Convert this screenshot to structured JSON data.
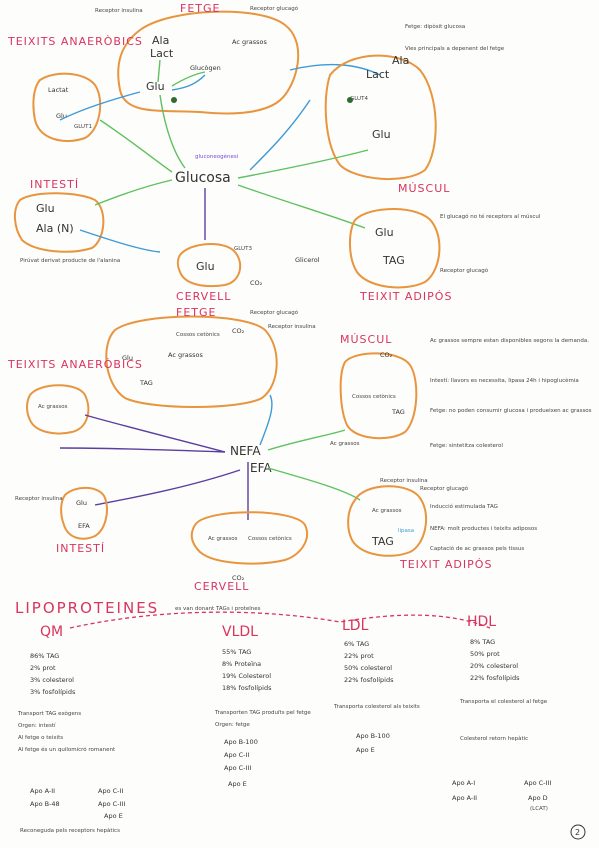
{
  "page_number": "2",
  "top": {
    "fetge_title": "FETGE",
    "receptor_insulina": "Receptor insulina",
    "receptor_glucagó": "Receptor glucagó",
    "alanina": "Ala",
    "lactat": "Lact",
    "ac_grassos": "Ac grassos",
    "glucogen": "Glucògen",
    "glu": "Glu",
    "teixits_anaerobics": "TEIXITS ANAERÒBICS",
    "lactat_t": "Lactat",
    "glu_t": "Glu",
    "glut_t": "GLUT1",
    "intesti": "INTESTÍ",
    "intesti_glu": "Glu",
    "intesti_ala": "Ala (N)",
    "glucosa": "Glucosa",
    "cervell": "CERVELL",
    "cervell_glu": "Glu",
    "co2": "CO₂",
    "glut3": "GLUT3",
    "musculs": "MÚSCUL",
    "lact_m": "Lact",
    "ala_m": "Ala",
    "glu_m": "Glu",
    "glut4": "GLUT4",
    "teixit_adipos": "TEIXIT ADIPÓS",
    "glicerol": "Glicerol",
    "tag": "TAG",
    "glu_a": "Glu",
    "receptor_glucagó_a": "Receptor glucagó",
    "note_right_1": "Fetge: dipòsit glucosa",
    "note_right_2": "Vies principals a depenent del fetge",
    "note_bottom_1": "El glucagó no té receptors al múscul",
    "note_bottom_2": "Pirúvat derivat producte de l'alanina",
    "gluconeogenesi": "gluconeogènesi"
  },
  "middle": {
    "fetge_title": "FETGE",
    "receptor_glucagó": "Receptor glucagó",
    "receptor_insulina": "Receptor insulina",
    "cossos_cetonics": "Cossos cetònics",
    "co2": "CO₂",
    "ac_grassos": "Ac grassos",
    "tag": "TAG",
    "glu": "Glu",
    "teixits_anaerobics": "TEIXITS ANAERÒBICS",
    "ac_grassos_t": "Ac grassos",
    "musculs": "MÚSCUL",
    "co2_m": "CO₂",
    "cossos_cetonics_m": "Cossos cetònics",
    "tag_m": "TAG",
    "nefa": "NEFA",
    "efa": "EFA",
    "ac_grassos_mid": "Ac grassos",
    "intesti": "INTESTÍ",
    "intesti_glu": "Glu",
    "intesti_efa": "EFA",
    "receptor_insulina_i": "Receptor insulina",
    "cervell": "CERVELL",
    "ac_grassos_c": "Ac grassos",
    "cossos_cetonics_c": "Cossos cetònics",
    "co2_c": "CO₂",
    "teixit_adipos": "TEIXIT ADIPÓS",
    "ac_grassos_a": "Ac grassos",
    "tag_a": "TAG",
    "lipasa": "lipasa",
    "receptor_insulina_a": "Receptor insulina",
    "receptor_glucagó_a": "Receptor glucagó",
    "note_right_1": "Ac grassos sempre estan disponibles segons la demanda.",
    "note_right_2": "Intestí: llavors es necessita, lipasa 24h i hipoglucèmia",
    "note_right_3": "Fetge: no poden consumir glucosa i produeixen ac grassos",
    "note_right_4": "Fetge: sintetitza colesterol",
    "note_bottom_1": "Inducció estimulada TAG",
    "note_bottom_2": "NEFA: molt productes i teixits adiposos",
    "note_bottom_3": "Captació de ac grassos pels tissus"
  },
  "lipo": {
    "title": "LIPOPROTEINES",
    "subtitle": "es van donant TAGs i proteïnes",
    "qm": "QM",
    "qm_1": "86% TAG",
    "qm_2": "2% prot",
    "qm_3": "3% colesterol",
    "qm_4": "3% fosfolípids",
    "qm_note_1": "Transport TAG exògens",
    "qm_note_2": "Orgen: intestí",
    "qm_note_3": "Al fetge o teixits",
    "qm_note_4": "Al fetge és un quilomicró romanent",
    "qm_apo_1": "Apo A-II",
    "qm_apo_2": "Apo B-48",
    "qm_apo_3": "Apo C-II",
    "qm_apo_4": "Apo C-III",
    "qm_apo_5": "Apo E",
    "qm_apo_note": "Reconeguda pels receptors hepàtics",
    "vldl": "VLDL",
    "vldl_1": "55% TAG",
    "vldl_2": "8% Proteïna",
    "vldl_3": "19% Colesterol",
    "vldl_4": "18% fosfolípids",
    "vldl_note_1": "Transporten TAG produïts pel fetge",
    "vldl_note_2": "Orgen: fetge",
    "vldl_apo_1": "Apo B-100",
    "vldl_apo_2": "Apo C-II",
    "vldl_apo_3": "Apo C-III",
    "vldl_apo_4": "Apo E",
    "ldl": "LDL",
    "ldl_1": "6% TAG",
    "ldl_2": "22% prot",
    "ldl_3": "50% colesterol",
    "ldl_4": "22% fosfolípids",
    "ldl_note_1": "Transporta colesterol als teixits",
    "ldl_apo_1": "Apo B-100",
    "ldl_apo_2": "Apo E",
    "hdl": "HDL",
    "hdl_1": "8% TAG",
    "hdl_2": "50% prot",
    "hdl_3": "20% colesterol",
    "hdl_4": "22% fosfolípids",
    "hdl_note_1": "Transporta el colesterol al fetge",
    "hdl_note_2": "Colesterol retorn hepàtic",
    "hdl_apo_1": "Apo A-I",
    "hdl_apo_2": "Apo A-II",
    "hdl_apo_3": "Apo C-III",
    "hdl_apo_4": "Apo D",
    "hdl_apo_note": "(LCAT)"
  }
}
